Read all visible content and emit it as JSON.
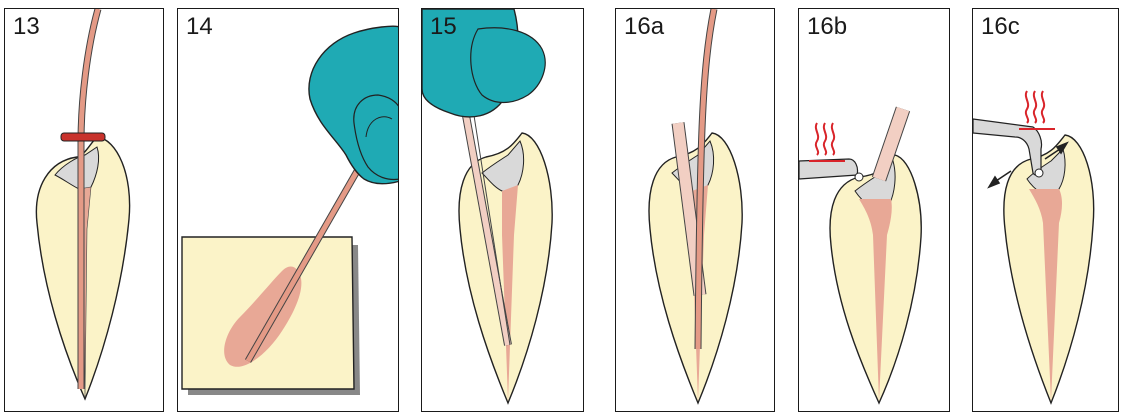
{
  "panels": [
    {
      "id": "13",
      "label": "13"
    },
    {
      "id": "14",
      "label": "14"
    },
    {
      "id": "15",
      "label": "15"
    },
    {
      "id": "16a",
      "label": "16a"
    },
    {
      "id": "16b",
      "label": "16b"
    },
    {
      "id": "16c",
      "label": "16c"
    }
  ],
  "colors": {
    "frame": "#1a1a1a",
    "tooth": "#fbf3c8",
    "canal": "#e8a896",
    "access_cavity": "#d9d9d9",
    "file": "#e49a86",
    "glove": "#1faab4",
    "heat": "#d9242a",
    "paper": "#fbf3c8"
  }
}
